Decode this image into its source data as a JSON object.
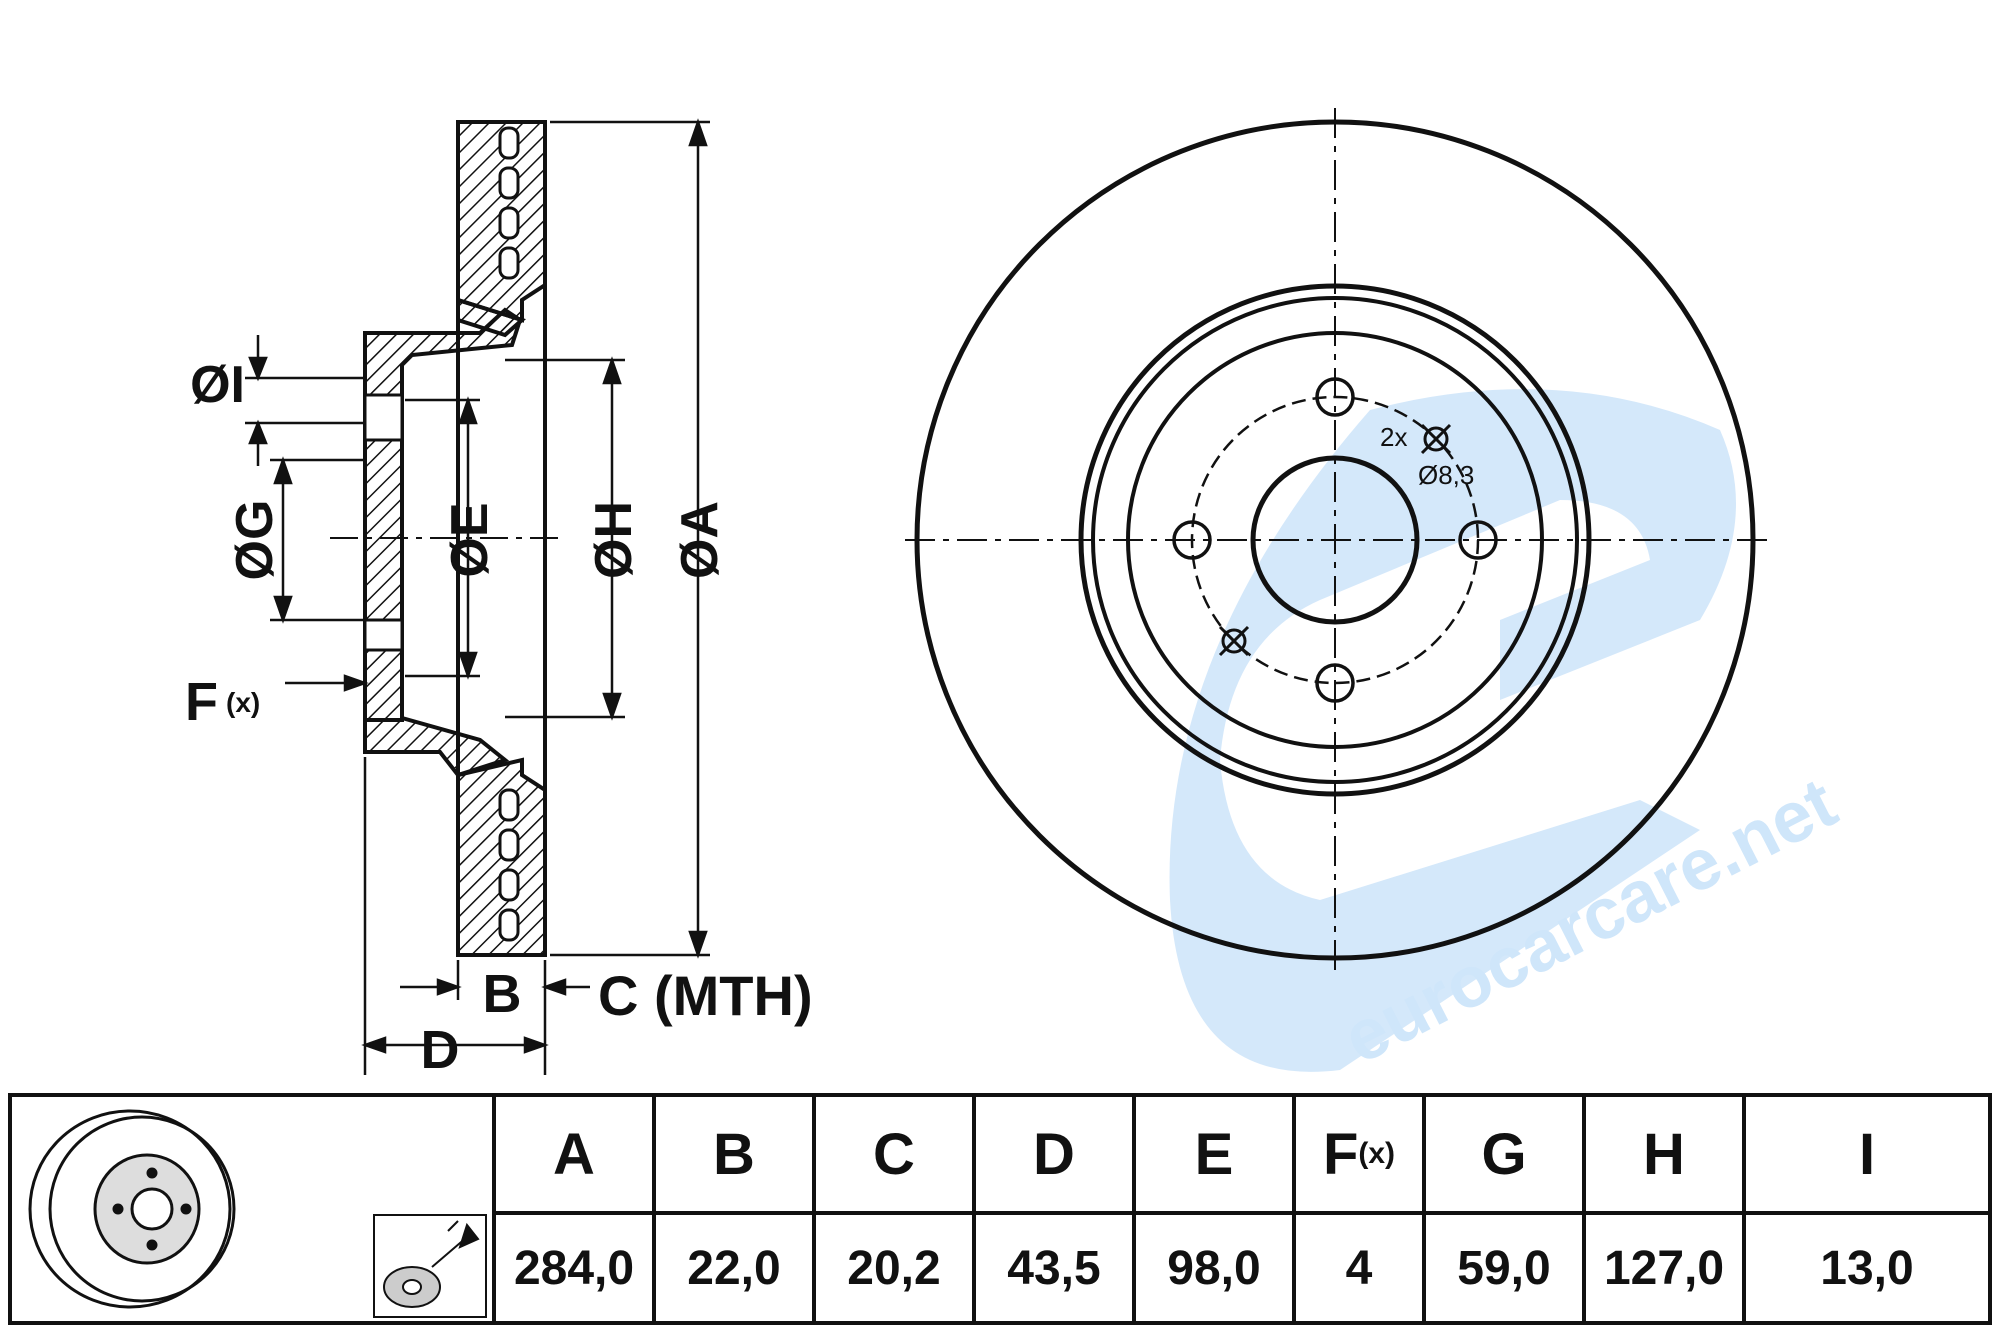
{
  "side_view": {
    "labels": {
      "I": "ØI",
      "G": "ØG",
      "E": "ØE",
      "H": "ØH",
      "A": "ØA",
      "F": "F",
      "F_sub": "(x)",
      "B": "B",
      "C": "C (MTH)",
      "D": "D"
    }
  },
  "front_view": {
    "bolt_note_line1": "2x",
    "bolt_note_line2": "Ø8,3"
  },
  "watermark": {
    "text": "eurocarcare.net",
    "color": "#cfe6fa"
  },
  "table": {
    "headers": [
      "A",
      "B",
      "C",
      "D",
      "E",
      "F",
      "G",
      "H",
      "I"
    ],
    "header_sub_F": "(x)",
    "values": [
      "284,0",
      "22,0",
      "20,2",
      "43,5",
      "98,0",
      "4",
      "59,0",
      "127,0",
      "13,0"
    ]
  }
}
